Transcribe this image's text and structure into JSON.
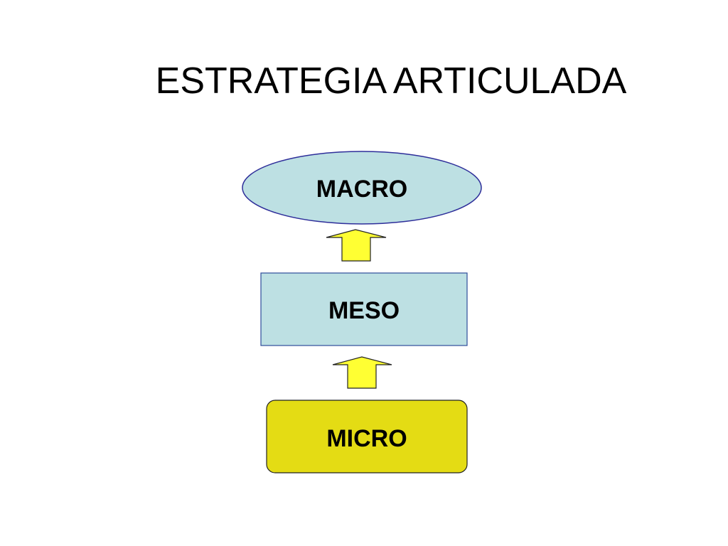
{
  "slide": {
    "title": "ESTRATEGIA ARTICULADA"
  },
  "diagram": {
    "nodes": {
      "macro": {
        "label": "MACRO",
        "fill": "#bde0e3",
        "stroke": "#2e2e9a"
      },
      "meso": {
        "label": "MESO",
        "fill": "#bde0e3",
        "stroke": "#2e4c9a"
      },
      "micro": {
        "label": "MICRO",
        "fill": "#e4dc14",
        "stroke": "#222222"
      }
    },
    "arrows": {
      "fill": "#ffff33",
      "stroke": "#222222"
    }
  }
}
